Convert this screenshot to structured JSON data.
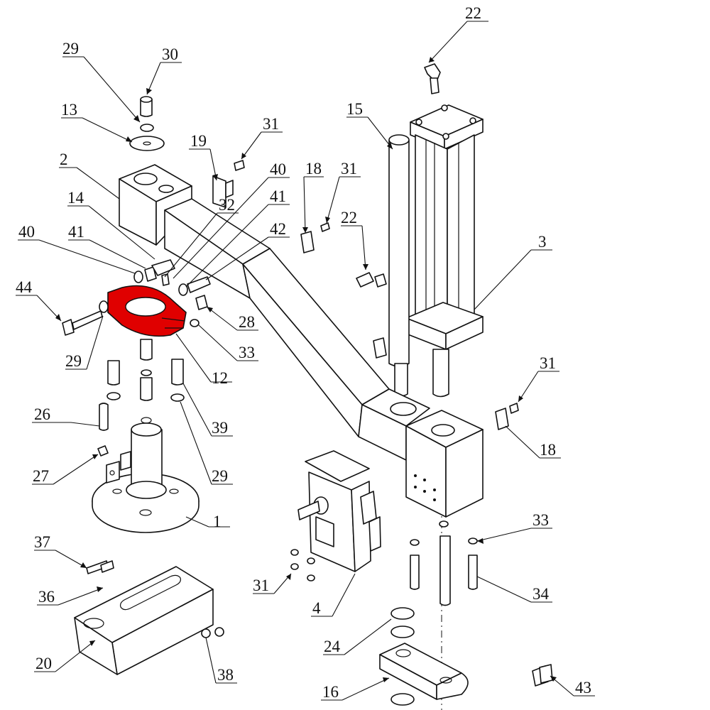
{
  "diagram": {
    "highlight_color": "#e00000",
    "line_color": "#111111",
    "highlighted_part": "12",
    "labels": [
      "22",
      "29",
      "30",
      "15",
      "13",
      "31",
      "19",
      "2",
      "40",
      "18",
      "31",
      "32",
      "22",
      "14",
      "41",
      "41",
      "40",
      "42",
      "3",
      "44",
      "28",
      "29",
      "33",
      "12",
      "31",
      "39",
      "26",
      "18",
      "29",
      "27",
      "1",
      "33",
      "37",
      "34",
      "36",
      "31",
      "4",
      "24",
      "20",
      "38",
      "16",
      "43"
    ]
  }
}
